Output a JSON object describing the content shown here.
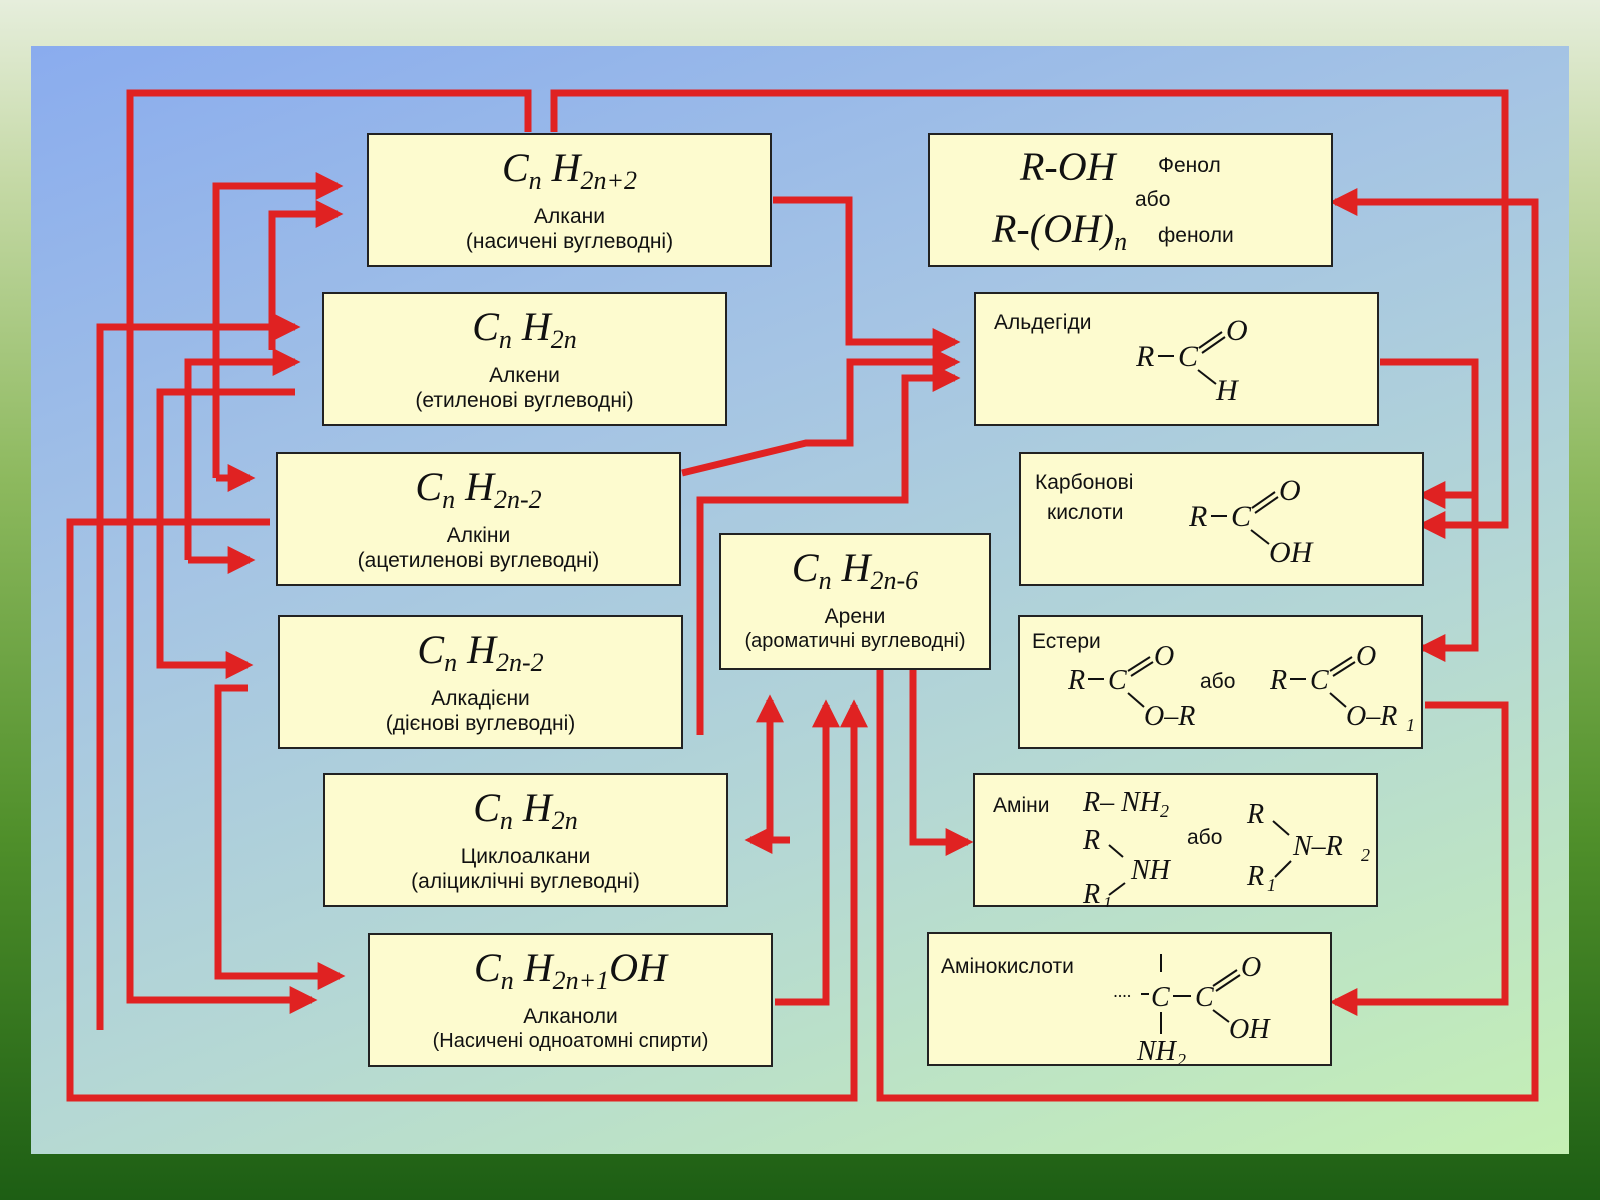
{
  "nodes": {
    "alkanes": {
      "formula_c": "C",
      "formula_c_sub": "n",
      "formula_h": "H",
      "formula_h_sub": "2n+2",
      "name": "Алкани",
      "desc": "(насичені вуглеводні)"
    },
    "alkenes": {
      "formula_c": "C",
      "formula_c_sub": "n",
      "formula_h": "H",
      "formula_h_sub": "2n",
      "name": "Алкени",
      "desc": "(етиленові вуглеводні)"
    },
    "alkynes": {
      "formula_c": "C",
      "formula_c_sub": "n",
      "formula_h": "H",
      "formula_h_sub": "2n-2",
      "name": "Алкіни",
      "desc": "(ацетиленові вуглеводні)"
    },
    "alkadienes": {
      "formula_c": "C",
      "formula_c_sub": "n",
      "formula_h": "H",
      "formula_h_sub": "2n-2",
      "name": "Алкадієни",
      "desc": "(дієнові вуглеводні)"
    },
    "cycloalkanes": {
      "formula_c": "C",
      "formula_c_sub": "n",
      "formula_h": "H",
      "formula_h_sub": "2n",
      "name": "Циклоалкани",
      "desc": "(аліциклічні вуглеводні)"
    },
    "alkanols": {
      "formula_c": "C",
      "formula_c_sub": "n",
      "formula_h": "H",
      "formula_h_sub": "2n+1",
      "formula_tail": "OH",
      "name": "Алканоли",
      "desc": "(Насичені одноатомні спирти)"
    },
    "arenes": {
      "formula_c": "C",
      "formula_c_sub": "n",
      "formula_h": "H",
      "formula_h_sub": "2n-6",
      "name": "Арени",
      "desc": "(ароматичні вуглеводні)"
    },
    "phenols": {
      "f1": "R-OH",
      "f2": "R-(OH)",
      "f2_sub": "n",
      "label1": "Фенол",
      "label_or": "або",
      "label2": "феноли"
    },
    "aldehydes": {
      "name": "Альдегіди",
      "r": "R",
      "c": "C",
      "o": "O",
      "h": "H"
    },
    "acids": {
      "name1": "Карбонові",
      "name2": "кислоти",
      "r": "R",
      "c": "C",
      "o": "O",
      "oh": "OH"
    },
    "esters": {
      "name": "Естери",
      "or": "або",
      "r": "R",
      "c": "C",
      "o": "O",
      "or_group": "O–R",
      "or1_group": "O–R",
      "r1_sub": "1"
    },
    "amines": {
      "name": "Аміни",
      "or": "або",
      "a1": "R– NH",
      "a1_sub": "2",
      "r": "R",
      "nh": "NH",
      "r1": "R",
      "r1_sub": "1",
      "n_r2": "N–R",
      "r2_sub": "2"
    },
    "aminoacids": {
      "name": "Амінокислоти",
      "dots": "····",
      "c": "C",
      "o": "O",
      "oh": "OH",
      "nh": "NH",
      "nh_sub": "2"
    }
  },
  "colors": {
    "arrow": "#e02222",
    "box": "#fdfbcf"
  }
}
